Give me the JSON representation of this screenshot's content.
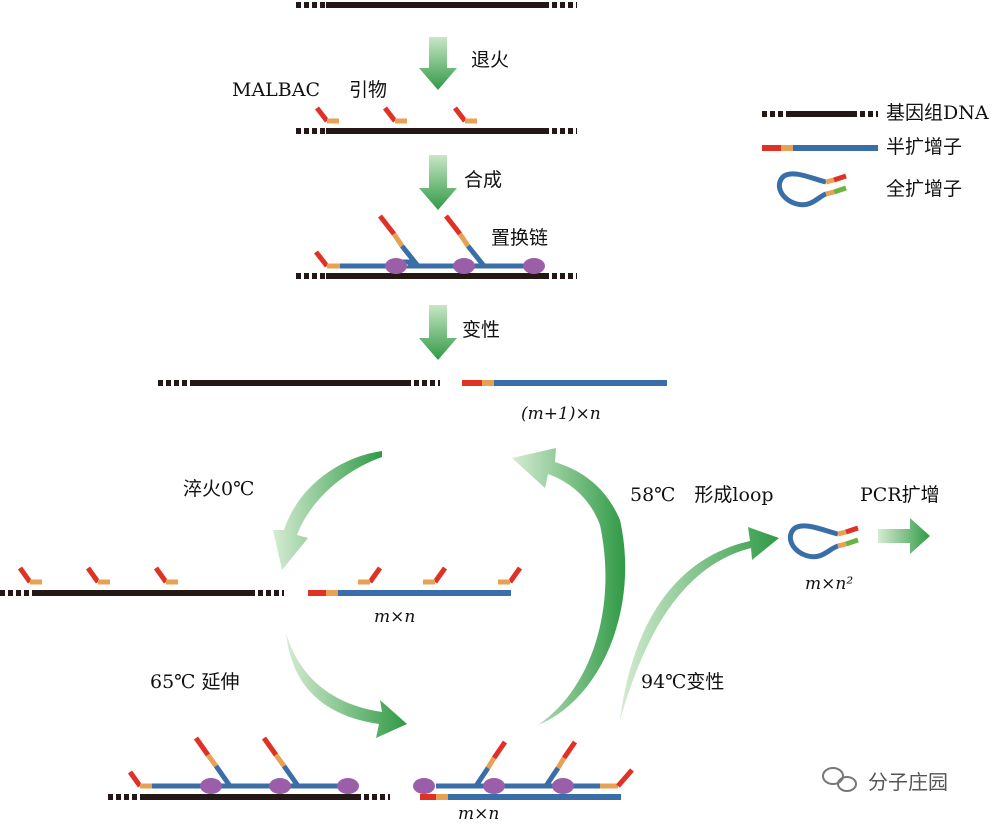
{
  "steps": {
    "anneal": "退火",
    "primer_name": "MALBAC",
    "primer_word": "引物",
    "synthesize": "合成",
    "displaced_strand": "置换链",
    "denature": "变性",
    "quench": "淬火0℃",
    "extend": "65℃ 延伸",
    "denature94": "94℃变性",
    "loop": "58℃　形成loop",
    "pcr": "PCR扩增"
  },
  "counts": {
    "m_plus_1_n": "(m+1)×n",
    "m_n_top": "m×n",
    "m_n_bottom": "m×n",
    "m_n2": "m×n²"
  },
  "legend": {
    "genomic": "基因组DNA",
    "semi": "半扩增子",
    "full": "全扩增子"
  },
  "watermark": "分子庄园",
  "colors": {
    "dna": "#231816",
    "strand": "#3a6ea8",
    "red": "#e03127",
    "orange": "#e8a053",
    "green_tip": "#6db33f",
    "arrow": "#2f9a45",
    "polymerase": "#9b5ea8"
  }
}
